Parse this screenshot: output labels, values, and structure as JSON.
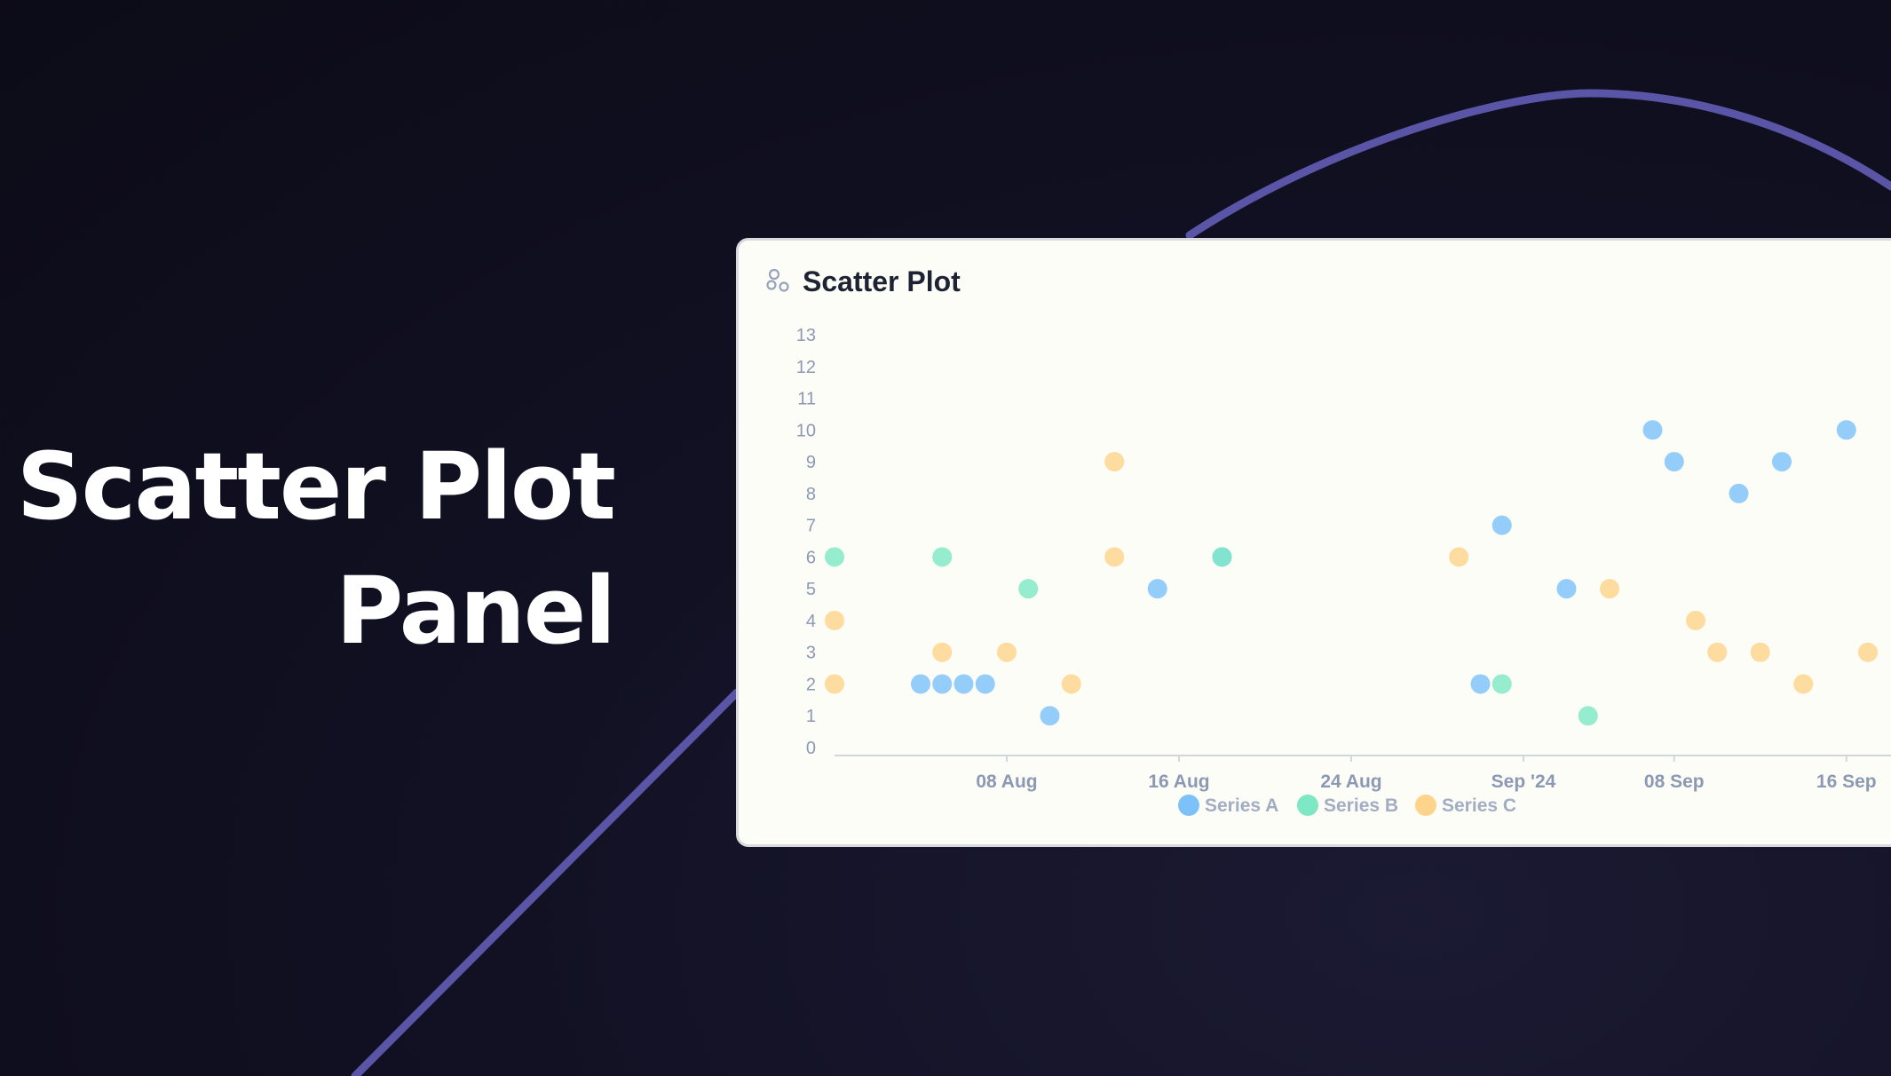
{
  "headline": {
    "line1": "Scatter Plot",
    "line2": "Panel"
  },
  "panel": {
    "title": "Scatter Plot",
    "icon": "scatter-icon"
  },
  "colors": {
    "series_a": "#7cc2f9",
    "series_b": "#7ee8c4",
    "series_c": "#fed38b",
    "accent_arc": "#5a55a6"
  },
  "chart_data": {
    "type": "scatter",
    "title": "Scatter Plot",
    "xlabel": "",
    "ylabel": "",
    "xlim": [
      "2024-07-31",
      "2024-09-20"
    ],
    "ylim": [
      0,
      13
    ],
    "y_ticks": [
      0,
      1,
      2,
      3,
      4,
      5,
      6,
      7,
      8,
      9,
      10,
      11,
      12,
      13
    ],
    "x_ticks": [
      {
        "date": "2024-08-08",
        "label": "08 Aug"
      },
      {
        "date": "2024-08-16",
        "label": "16 Aug"
      },
      {
        "date": "2024-08-24",
        "label": "24 Aug"
      },
      {
        "date": "2024-09-01",
        "label": "Sep '24"
      },
      {
        "date": "2024-09-08",
        "label": "08 Sep"
      },
      {
        "date": "2024-09-16",
        "label": "16 Sep"
      }
    ],
    "grid": false,
    "legend_position": "bottom",
    "series": [
      {
        "name": "Series A",
        "color": "#7cc2f9",
        "points": [
          [
            "2024-08-04",
            2
          ],
          [
            "2024-08-05",
            2
          ],
          [
            "2024-08-06",
            2
          ],
          [
            "2024-08-07",
            2
          ],
          [
            "2024-08-10",
            1
          ],
          [
            "2024-08-15",
            5
          ],
          [
            "2024-08-18",
            6
          ],
          [
            "2024-08-30",
            2
          ],
          [
            "2024-08-31",
            7
          ],
          [
            "2024-09-03",
            5
          ],
          [
            "2024-09-07",
            10
          ],
          [
            "2024-09-08",
            9
          ],
          [
            "2024-09-11",
            8
          ],
          [
            "2024-09-13",
            9
          ],
          [
            "2024-09-16",
            10
          ]
        ]
      },
      {
        "name": "Series B",
        "color": "#7ee8c4",
        "points": [
          [
            "2024-07-31",
            6
          ],
          [
            "2024-08-05",
            6
          ],
          [
            "2024-08-09",
            5
          ],
          [
            "2024-08-18",
            6
          ],
          [
            "2024-08-31",
            2
          ],
          [
            "2024-09-04",
            1
          ]
        ]
      },
      {
        "name": "Series C",
        "color": "#fed38b",
        "points": [
          [
            "2024-07-31",
            4
          ],
          [
            "2024-07-31",
            2
          ],
          [
            "2024-08-05",
            3
          ],
          [
            "2024-08-08",
            3
          ],
          [
            "2024-08-11",
            2
          ],
          [
            "2024-08-13",
            9
          ],
          [
            "2024-08-13",
            6
          ],
          [
            "2024-08-29",
            6
          ],
          [
            "2024-09-05",
            5
          ],
          [
            "2024-09-09",
            4
          ],
          [
            "2024-09-10",
            3
          ],
          [
            "2024-09-12",
            3
          ],
          [
            "2024-09-14",
            2
          ],
          [
            "2024-09-17",
            3
          ]
        ]
      }
    ]
  }
}
